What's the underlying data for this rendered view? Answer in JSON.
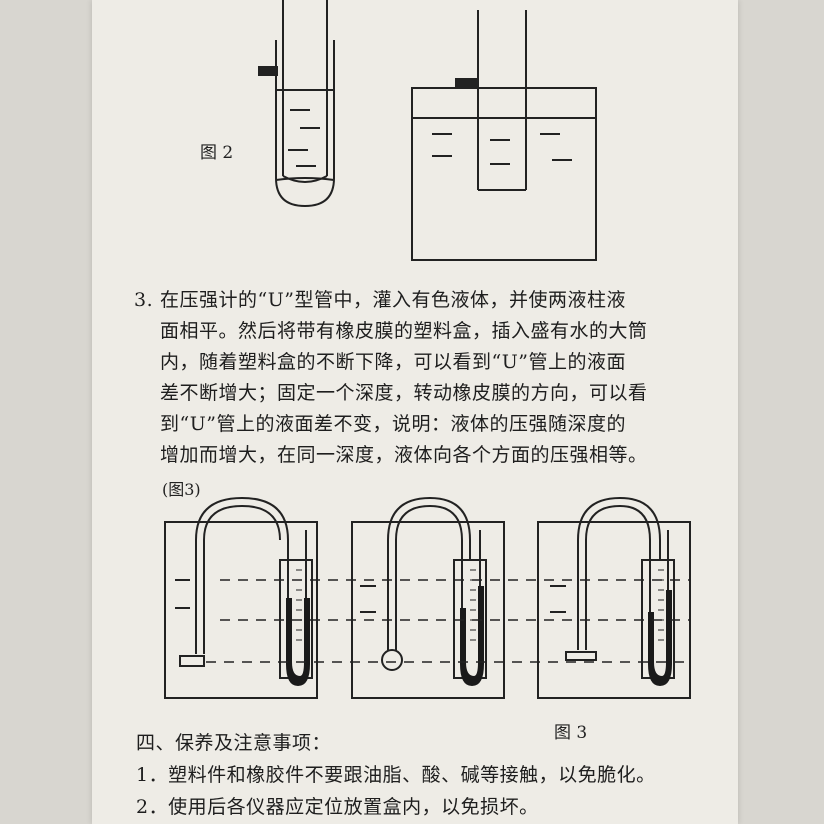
{
  "figure2": {
    "label": "图 2"
  },
  "item3": {
    "number": "3.",
    "lines": [
      "在压强计的“U”型管中，灌入有色液体，并使两液柱液",
      "面相平。然后将带有橡皮膜的塑料盒，插入盛有水的大筒",
      "内，随着塑料盒的不断下降，可以看到“U”管上的液面",
      "差不断增大；固定一个深度，转动橡皮膜的方向，可以看",
      "到“U”管上的液面差不变，说明：液体的压强随深度的",
      "增加而增大，在同一深度，液体向各个方面的压强相等。"
    ],
    "figure_ref": "(图3)"
  },
  "figure3": {
    "label": "图 3"
  },
  "section4": {
    "heading": "四、保养及注意事项：",
    "items": [
      "1．塑料件和橡胶件不要跟油脂、酸、碱等接触，以免脆化。",
      "2．使用后各仪器应定位放置盒内，以免损坏。"
    ]
  }
}
